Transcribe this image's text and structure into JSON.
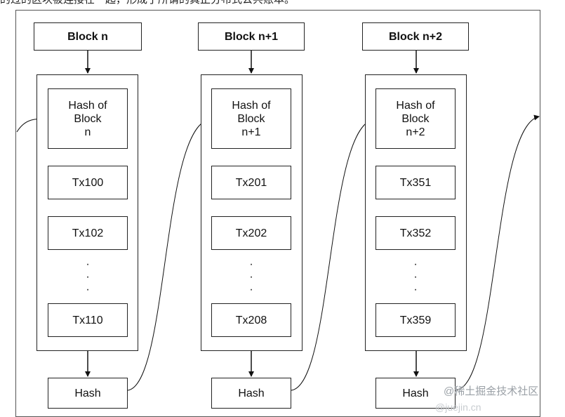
{
  "caption": "的过的区块被连接在一起，形成了所谓的真正分布式公共账本。",
  "blocks": [
    {
      "title": "Block n",
      "hash_of": "Hash of\nBlock\nn",
      "tx": [
        "Tx100",
        "Tx102",
        "Tx110"
      ],
      "hash": "Hash"
    },
    {
      "title": "Block n+1",
      "hash_of": "Hash of\nBlock\nn+1",
      "tx": [
        "Tx201",
        "Tx202",
        "Tx208"
      ],
      "hash": "Hash"
    },
    {
      "title": "Block n+2",
      "hash_of": "Hash of\nBlock\nn+2",
      "tx": [
        "Tx351",
        "Tx352",
        "Tx359"
      ],
      "hash": "Hash"
    }
  ],
  "watermark": "@稀土掘金技术社区",
  "watermark_sub": "@juejin.cn"
}
